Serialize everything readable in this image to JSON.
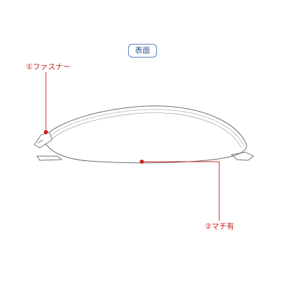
{
  "view_label": "表面",
  "callouts": {
    "zipper": "①ファスナー",
    "gusset": "②マチ有"
  },
  "colors": {
    "outline": "#6b6b6b",
    "callout": "#c8201c",
    "badge_border": "#5a7fc0",
    "badge_text": "#2f4f8f"
  }
}
